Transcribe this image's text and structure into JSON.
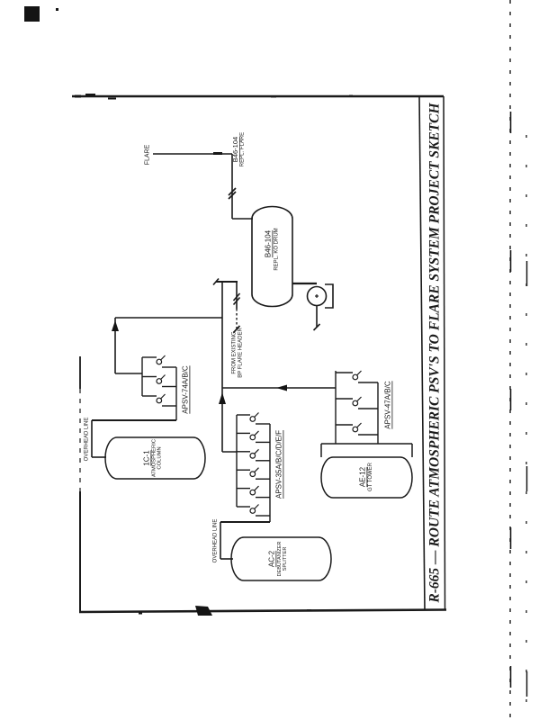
{
  "colors": {
    "ink": "#1a1a1a",
    "paper": "#ffffff"
  },
  "title": "R-665 — ROUTE ATMOSPHERIC PSV'S TO FLARE SYSTEM PROJECT SKETCH",
  "flare": {
    "label": "FLARE",
    "line_tag": "B46-104",
    "line_desc": "REPL. FLARE"
  },
  "drum": {
    "tag": "B46-104",
    "desc": "REPL. KO DRUM"
  },
  "header": {
    "from_line1": "FROM EXISTING",
    "from_line2": "BP FLARE HEADER"
  },
  "clusters": {
    "left": "APSV-74A/B/C",
    "middle": "APSV-35A/B/C/D/E/F",
    "right": "APSV-47A/B/C"
  },
  "vessels": {
    "column": {
      "tag": "1C-1",
      "desc1": "ATMOSPHERIC",
      "desc2": "COLUMN",
      "overhead": "OVERHEAD LINE"
    },
    "splitter": {
      "tag": "AC-2",
      "desc1": "DEBUTANIZER",
      "desc2": "SPLITTER",
      "overhead": "OVERHEAD LINE"
    },
    "tower": {
      "tag": "AE-12",
      "desc": "GT TOWER"
    }
  }
}
